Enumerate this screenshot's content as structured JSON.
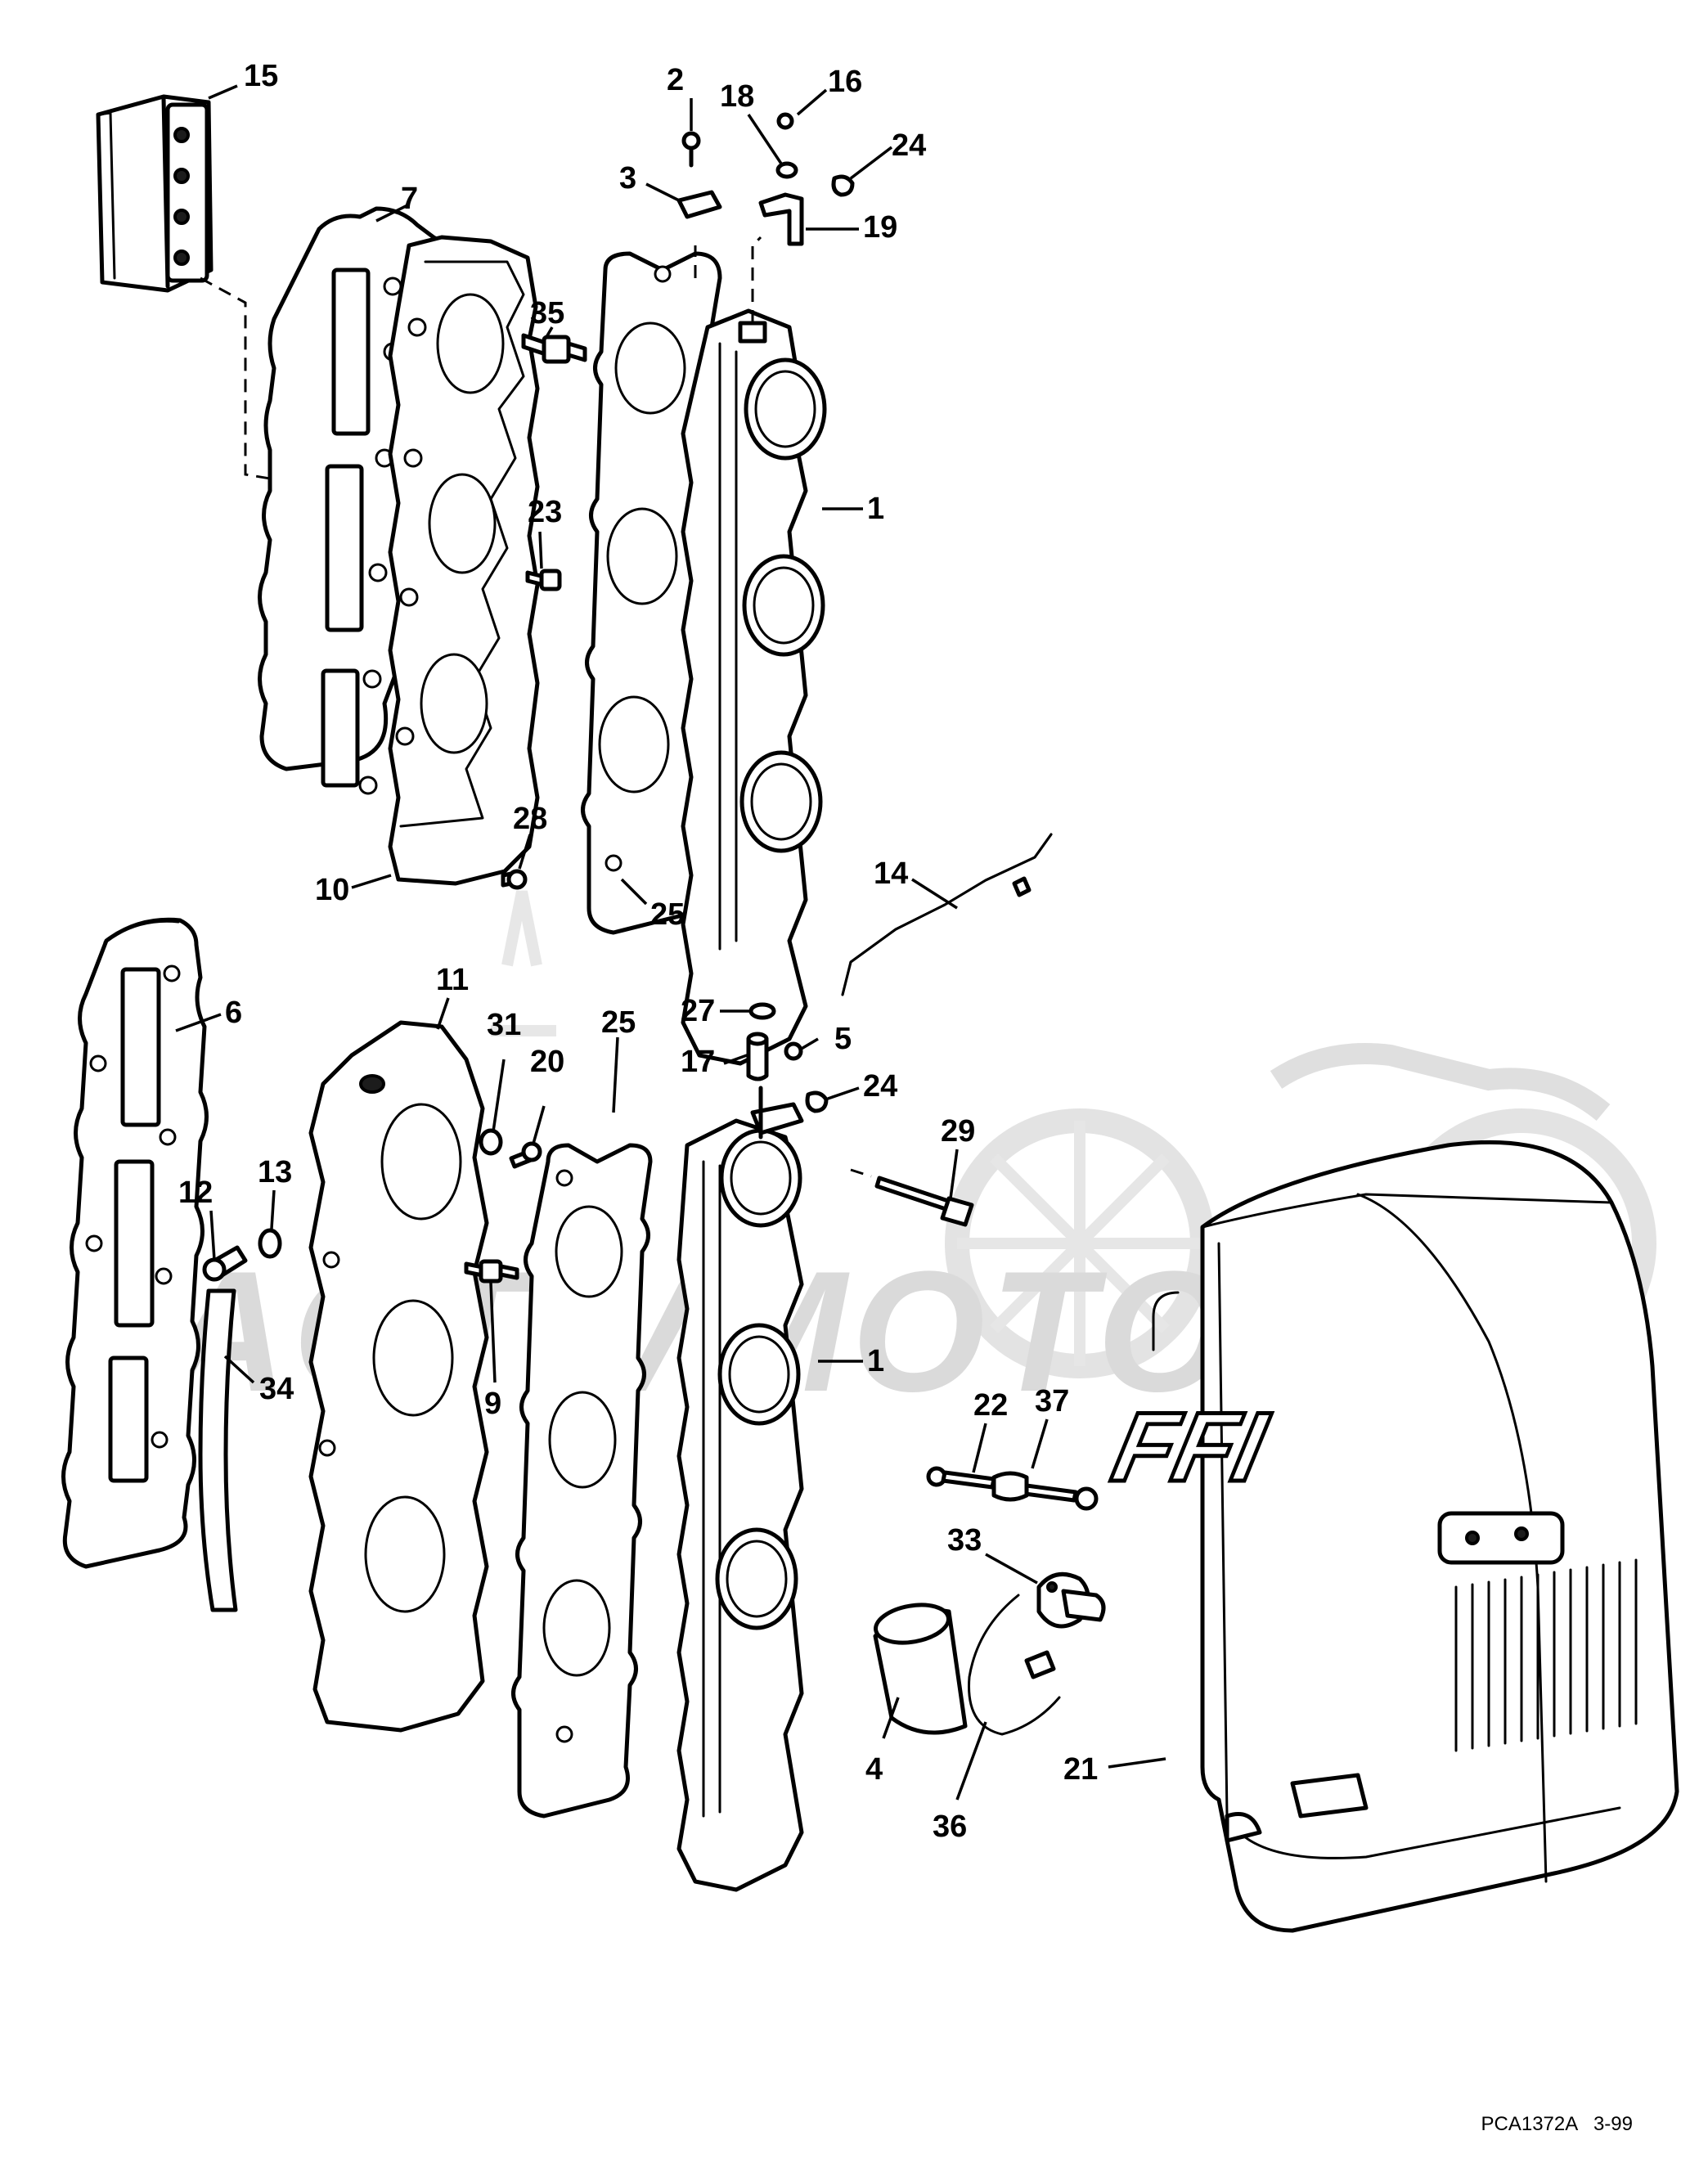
{
  "figure": {
    "reference_code": "PCA1372A",
    "revision": "3-99",
    "cover_logo": "FFI",
    "watermark": "ACTIVMOTO"
  },
  "callouts": [
    {
      "id": "c15",
      "label": "15"
    },
    {
      "id": "c7",
      "label": "7"
    },
    {
      "id": "c2",
      "label": "2"
    },
    {
      "id": "c18",
      "label": "18"
    },
    {
      "id": "c16",
      "label": "16"
    },
    {
      "id": "c24a",
      "label": "24"
    },
    {
      "id": "c3",
      "label": "3"
    },
    {
      "id": "c19",
      "label": "19"
    },
    {
      "id": "c35",
      "label": "35"
    },
    {
      "id": "c1a",
      "label": "1"
    },
    {
      "id": "c23",
      "label": "23"
    },
    {
      "id": "c28",
      "label": "28"
    },
    {
      "id": "c10",
      "label": "10"
    },
    {
      "id": "c14",
      "label": "14"
    },
    {
      "id": "c25a",
      "label": "25"
    },
    {
      "id": "c6",
      "label": "6"
    },
    {
      "id": "c11",
      "label": "11"
    },
    {
      "id": "c31",
      "label": "31"
    },
    {
      "id": "c25b",
      "label": "25"
    },
    {
      "id": "c27",
      "label": "27"
    },
    {
      "id": "c17",
      "label": "17"
    },
    {
      "id": "c5",
      "label": "5"
    },
    {
      "id": "c20",
      "label": "20"
    },
    {
      "id": "c24b",
      "label": "24"
    },
    {
      "id": "c29",
      "label": "29"
    },
    {
      "id": "c12",
      "label": "12"
    },
    {
      "id": "c13",
      "label": "13"
    },
    {
      "id": "c9",
      "label": "9"
    },
    {
      "id": "c1b",
      "label": "1"
    },
    {
      "id": "c34",
      "label": "34"
    },
    {
      "id": "c22",
      "label": "22"
    },
    {
      "id": "c37",
      "label": "37"
    },
    {
      "id": "c33",
      "label": "33"
    },
    {
      "id": "c4",
      "label": "4"
    },
    {
      "id": "c36",
      "label": "36"
    },
    {
      "id": "c21",
      "label": "21"
    }
  ]
}
